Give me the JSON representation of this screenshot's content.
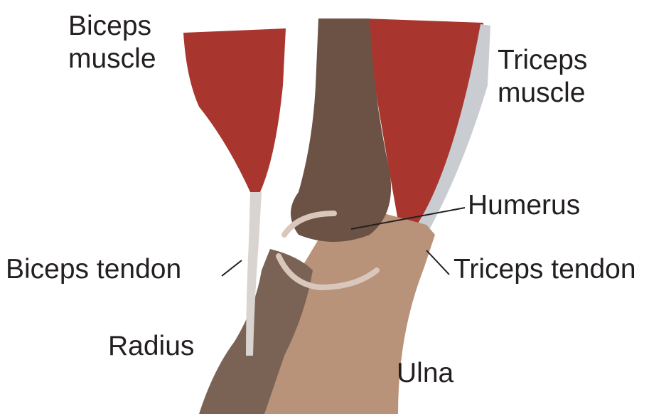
{
  "labels": {
    "biceps_muscle": "Biceps\nmuscle",
    "triceps_muscle": "Triceps\nmuscle",
    "humerus": "Humerus",
    "biceps_tendon": "Biceps tendon",
    "triceps_tendon": "Triceps tendon",
    "radius": "Radius",
    "ulna": "Ulna"
  },
  "colors": {
    "muscle": "#a8362f",
    "humerus": "#6b5244",
    "ulna": "#b89279",
    "radius": "#7a6355",
    "tendon": "#d9d4cf",
    "leader_line": "#231f20"
  }
}
